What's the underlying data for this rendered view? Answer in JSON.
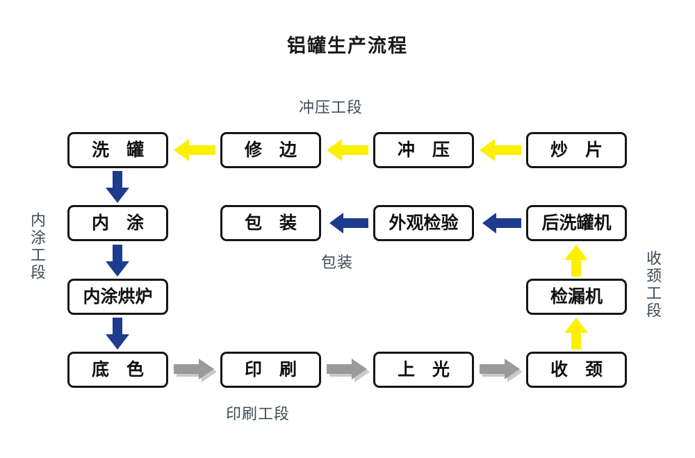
{
  "title": "铝罐生产流程",
  "colors": {
    "background": "#ffffff",
    "box_border": "#151515",
    "box_text": "#101010",
    "arrow_yellow": "#FAF000",
    "arrow_blue": "#1D3C8E",
    "arrow_gray": "#9A9A9A",
    "section_label": "#3d4b56"
  },
  "section_labels": [
    {
      "id": "stamping",
      "text": "冲压工段",
      "orientation": "horizontal"
    },
    {
      "id": "coating",
      "text": "内涂工段",
      "orientation": "vertical"
    },
    {
      "id": "packaging",
      "text": "包装",
      "orientation": "horizontal"
    },
    {
      "id": "necking",
      "text": "收颈工段",
      "orientation": "vertical"
    },
    {
      "id": "printing",
      "text": "印刷工段",
      "orientation": "horizontal"
    }
  ],
  "nodes": [
    {
      "id": "wash-can",
      "label": "洗 罐",
      "row": 1,
      "col": 1
    },
    {
      "id": "trim",
      "label": "修 边",
      "row": 1,
      "col": 2
    },
    {
      "id": "stamping",
      "label": "冲 压",
      "row": 1,
      "col": 3
    },
    {
      "id": "blank-cut",
      "label": "炒 片",
      "row": 1,
      "col": 4
    },
    {
      "id": "inner-coat",
      "label": "内 涂",
      "row": 2,
      "col": 1
    },
    {
      "id": "packaging",
      "label": "包 装",
      "row": 2,
      "col": 2
    },
    {
      "id": "visual-inspect",
      "label": "外观检验",
      "row": 2,
      "col": 3
    },
    {
      "id": "post-washer",
      "label": "后洗罐机",
      "row": 2,
      "col": 4
    },
    {
      "id": "inner-coat-oven",
      "label": "内涂烘炉",
      "row": 3,
      "col": 1
    },
    {
      "id": "leak-tester",
      "label": "检漏机",
      "row": 3,
      "col": 4
    },
    {
      "id": "base-coat",
      "label": "底 色",
      "row": 4,
      "col": 1
    },
    {
      "id": "print",
      "label": "印 刷",
      "row": 4,
      "col": 2
    },
    {
      "id": "varnish",
      "label": "上 光",
      "row": 4,
      "col": 3
    },
    {
      "id": "necking",
      "label": "收 颈",
      "row": 4,
      "col": 4
    }
  ],
  "flow": [
    {
      "from": "blank-cut",
      "to": "stamping",
      "color": "yellow",
      "direction": "left"
    },
    {
      "from": "stamping",
      "to": "trim",
      "color": "yellow",
      "direction": "left"
    },
    {
      "from": "trim",
      "to": "wash-can",
      "color": "yellow",
      "direction": "left"
    },
    {
      "from": "wash-can",
      "to": "inner-coat",
      "color": "blue",
      "direction": "down"
    },
    {
      "from": "inner-coat",
      "to": "inner-coat-oven",
      "color": "blue",
      "direction": "down"
    },
    {
      "from": "inner-coat-oven",
      "to": "base-coat",
      "color": "blue",
      "direction": "down"
    },
    {
      "from": "base-coat",
      "to": "print",
      "color": "gray",
      "direction": "right"
    },
    {
      "from": "print",
      "to": "varnish",
      "color": "gray",
      "direction": "right"
    },
    {
      "from": "varnish",
      "to": "necking",
      "color": "gray",
      "direction": "right"
    },
    {
      "from": "necking",
      "to": "leak-tester",
      "color": "yellow",
      "direction": "up"
    },
    {
      "from": "leak-tester",
      "to": "post-washer",
      "color": "yellow",
      "direction": "up"
    },
    {
      "from": "post-washer",
      "to": "visual-inspect",
      "color": "blue",
      "direction": "left"
    },
    {
      "from": "visual-inspect",
      "to": "packaging",
      "color": "blue",
      "direction": "left"
    }
  ]
}
